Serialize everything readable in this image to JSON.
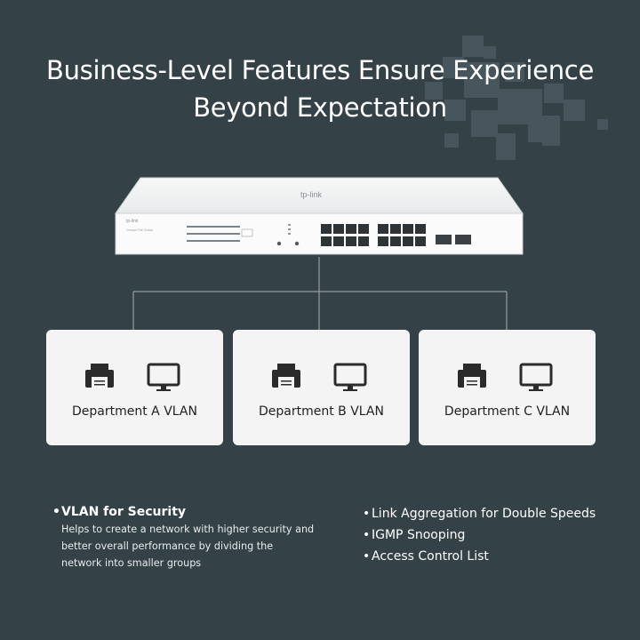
{
  "headline": {
    "line1": "Business-Level Features Ensure Experience",
    "line2": "Beyond Expectation"
  },
  "device": {
    "brand_top": "tp-link",
    "brand_front": "tp-link",
    "model_text": "Omada PoE Switch"
  },
  "vlans": [
    {
      "label": "Department A VLAN",
      "icons": [
        "printer-icon",
        "monitor-icon"
      ]
    },
    {
      "label": "Department B VLAN",
      "icons": [
        "printer-icon",
        "monitor-icon"
      ]
    },
    {
      "label": "Department C VLAN",
      "icons": [
        "printer-icon",
        "monitor-icon"
      ]
    }
  ],
  "features": {
    "primary": {
      "bullet": "•",
      "title": "VLAN for Security",
      "desc_lines": [
        "Helps to create a network with higher security and",
        "better overall performance by dividing the",
        "network into smaller groups"
      ]
    },
    "secondary": [
      {
        "bullet": "•",
        "text": "Link Aggregation for Double Speeds"
      },
      {
        "bullet": "•",
        "text": "IGMP Snooping"
      },
      {
        "bullet": "•",
        "text": "Access Control List"
      }
    ]
  },
  "colors": {
    "background": "#344248",
    "card": "#f4f4f4",
    "text_dark": "#222222",
    "text_light": "#ffffff",
    "pixel_decor": "#46565c"
  }
}
